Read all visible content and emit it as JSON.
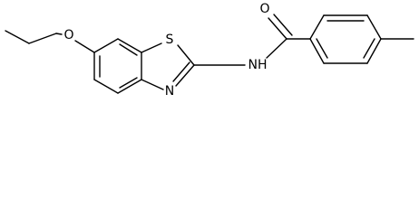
{
  "molecule": {
    "atoms": {
      "ether_oxygen": "O",
      "thiazole_sulfur": "S",
      "thiazole_nitrogen": "N",
      "amide_nitrogen": "NH",
      "carbonyl_oxygen": "O"
    }
  }
}
